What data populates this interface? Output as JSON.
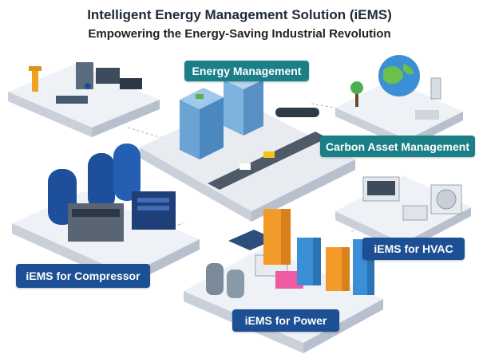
{
  "header": {
    "title": "Intelligent Energy Management Solution (iEMS)",
    "subtitle": "Empowering the Energy-Saving Industrial Revolution"
  },
  "labels": {
    "energy_management": "Energy Management",
    "carbon_asset_management": "Carbon Asset Management",
    "iems_hvac": "iEMS for HVAC",
    "iems_compressor": "iEMS for Compressor",
    "iems_power": "iEMS for Power"
  },
  "colors": {
    "teal_label": "#1a7f86",
    "navy_label": "#1d4f94",
    "platform_top": "#eef1f5",
    "platform_side": "#c9d0da",
    "tank_blue": "#1e4f9a",
    "bar_orange": "#f39b2a",
    "bar_blue": "#3a8fd6"
  }
}
